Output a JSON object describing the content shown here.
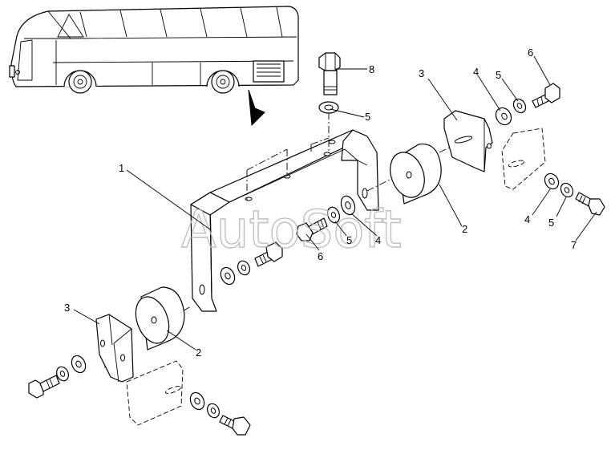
{
  "callouts": [
    {
      "id": "c1",
      "label": "1"
    },
    {
      "id": "c2a",
      "label": "2"
    },
    {
      "id": "c2b",
      "label": "2"
    },
    {
      "id": "c3a",
      "label": "3"
    },
    {
      "id": "c3b",
      "label": "3"
    },
    {
      "id": "c4a",
      "label": "4"
    },
    {
      "id": "c4b",
      "label": "4"
    },
    {
      "id": "c4c",
      "label": "4"
    },
    {
      "id": "c5a",
      "label": "5"
    },
    {
      "id": "c5b",
      "label": "5"
    },
    {
      "id": "c5c",
      "label": "5"
    },
    {
      "id": "c5d",
      "label": "5"
    },
    {
      "id": "c6a",
      "label": "6"
    },
    {
      "id": "c6b",
      "label": "6"
    },
    {
      "id": "c7",
      "label": "7"
    },
    {
      "id": "c8",
      "label": "8"
    }
  ],
  "watermark": "AutoSoft"
}
